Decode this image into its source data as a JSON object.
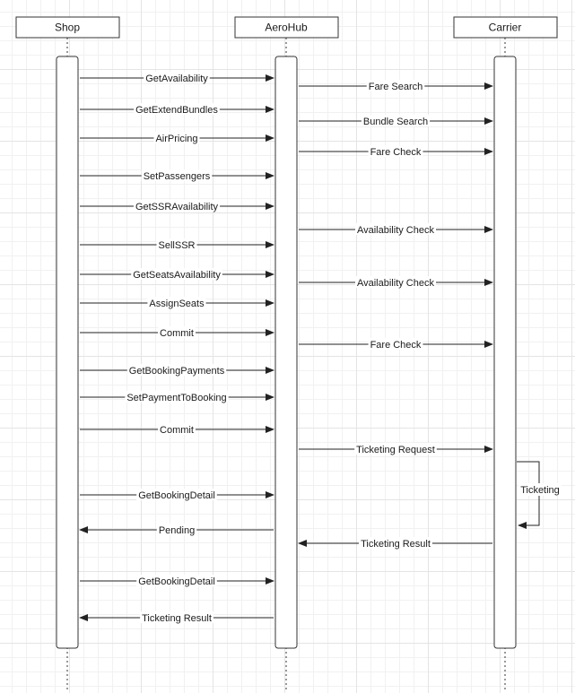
{
  "participants": [
    {
      "id": "shop",
      "name": "Shop"
    },
    {
      "id": "hub",
      "name": "AeroHub"
    },
    {
      "id": "carrier",
      "name": "Carrier"
    }
  ],
  "messages": [
    {
      "from": "shop",
      "to": "hub",
      "label": "GetAvailability"
    },
    {
      "from": "hub",
      "to": "carrier",
      "label": "Fare Search"
    },
    {
      "from": "shop",
      "to": "hub",
      "label": "GetExtendBundles"
    },
    {
      "from": "hub",
      "to": "carrier",
      "label": "Bundle Search"
    },
    {
      "from": "shop",
      "to": "hub",
      "label": "AirPricing"
    },
    {
      "from": "hub",
      "to": "carrier",
      "label": "Fare Check"
    },
    {
      "from": "shop",
      "to": "hub",
      "label": "SetPassengers"
    },
    {
      "from": "shop",
      "to": "hub",
      "label": "GetSSRAvailability"
    },
    {
      "from": "hub",
      "to": "carrier",
      "label": "Availability Check"
    },
    {
      "from": "shop",
      "to": "hub",
      "label": "SellSSR"
    },
    {
      "from": "shop",
      "to": "hub",
      "label": "GetSeatsAvailability"
    },
    {
      "from": "hub",
      "to": "carrier",
      "label": "Availability Check"
    },
    {
      "from": "shop",
      "to": "hub",
      "label": "AssignSeats"
    },
    {
      "from": "shop",
      "to": "hub",
      "label": "Commit"
    },
    {
      "from": "hub",
      "to": "carrier",
      "label": "Fare Check"
    },
    {
      "from": "shop",
      "to": "hub",
      "label": "GetBookingPayments"
    },
    {
      "from": "shop",
      "to": "hub",
      "label": "SetPaymentToBooking"
    },
    {
      "from": "shop",
      "to": "hub",
      "label": "Commit"
    },
    {
      "from": "hub",
      "to": "carrier",
      "label": "Ticketing Request"
    },
    {
      "from": "carrier",
      "to": "carrier",
      "label": "Ticketing"
    },
    {
      "from": "shop",
      "to": "hub",
      "label": "GetBookingDetail"
    },
    {
      "from": "hub",
      "to": "shop",
      "label": "Pending"
    },
    {
      "from": "carrier",
      "to": "hub",
      "label": "Ticketing Result"
    },
    {
      "from": "shop",
      "to": "hub",
      "label": "GetBookingDetail"
    },
    {
      "from": "hub",
      "to": "shop",
      "label": "Ticketing Result"
    }
  ]
}
